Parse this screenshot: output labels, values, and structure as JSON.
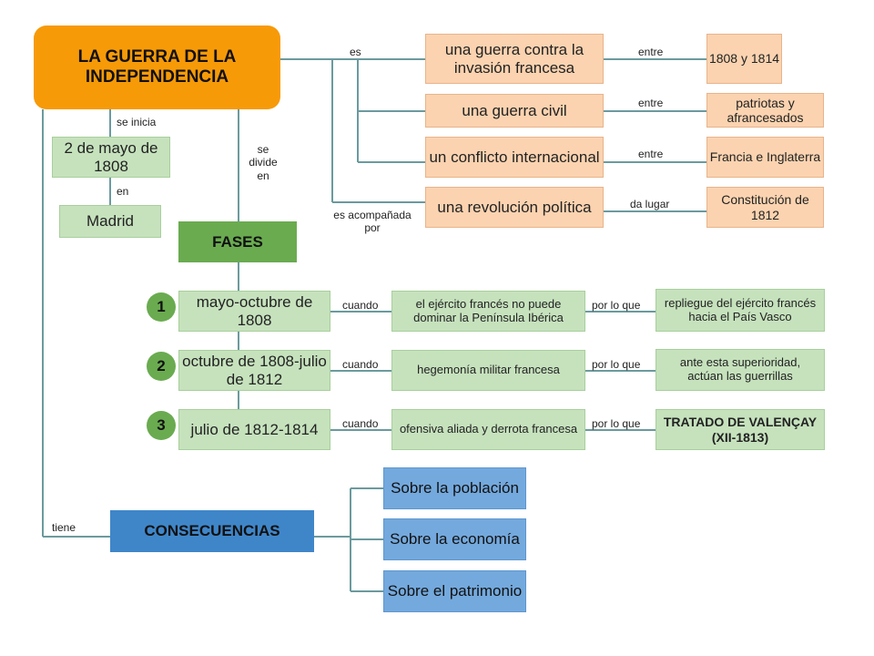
{
  "title": "LA GUERRA DE LA INDEPENDENCIA",
  "start": {
    "label": "se inicia",
    "date": "2 de mayo de 1808",
    "place_label": "en",
    "place": "Madrid"
  },
  "divides_label": "se divide en",
  "is_label": "es",
  "accompanied_label": "es acompañada por",
  "has_label": "tiene",
  "natures": [
    {
      "text": "una guerra contra la invasión francesa",
      "link": "entre",
      "target": "1808 y 1814"
    },
    {
      "text": "una guerra civil",
      "link": "entre",
      "target": "patriotas y afrancesados"
    },
    {
      "text": "un conflicto internacional",
      "link": "entre",
      "target": "Francia e Inglaterra"
    },
    {
      "text": "una revolución política",
      "link": "da lugar",
      "target": "Constitución de 1812"
    }
  ],
  "fases_title": "FASES",
  "phases": [
    {
      "num": "1",
      "period": "mayo-octubre de 1808",
      "when": "cuando",
      "event": "el ejército francés no puede dominar la Península Ibérica",
      "so": "por lo que",
      "result": "repliegue del ejército francés hacia el País Vasco"
    },
    {
      "num": "2",
      "period": "octubre de 1808-julio de 1812",
      "when": "cuando",
      "event": "hegemonía militar francesa",
      "so": "por lo que",
      "result": "ante esta superioridad, actúan las guerrillas"
    },
    {
      "num": "3",
      "period": "julio de 1812-1814",
      "when": "cuando",
      "event": "ofensiva aliada y derrota francesa",
      "so": "por lo que",
      "result": "TRATADO DE VALENÇAY (XII-1813)"
    }
  ],
  "consequences_title": "CONSECUENCIAS",
  "consequences": [
    "Sobre la población",
    "Sobre la economía",
    "Sobre el patrimonio"
  ],
  "colors": {
    "main": "#f79a08",
    "peach": "#fbd3b0",
    "green_light": "#c6e2bd",
    "green_dark": "#6aab50",
    "blue_dark": "#3f86c9",
    "blue_light": "#74a9dd",
    "line": "#6b9a9e"
  }
}
